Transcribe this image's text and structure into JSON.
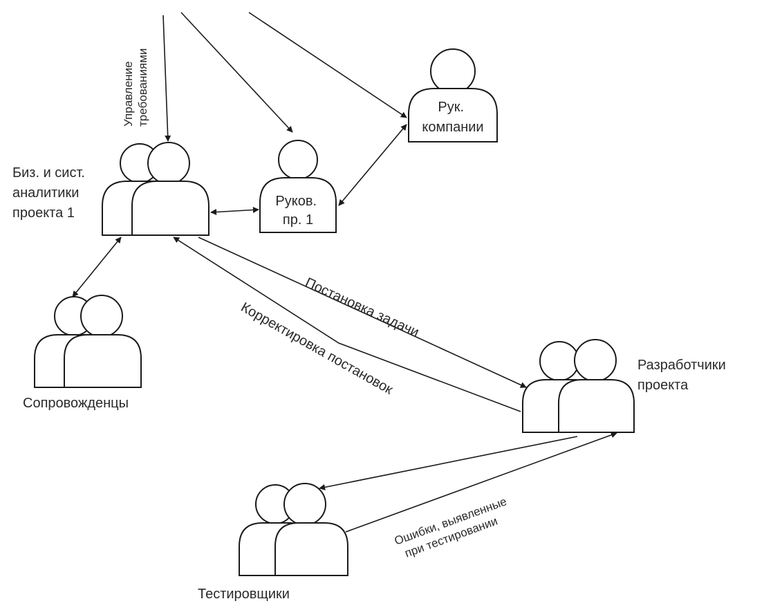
{
  "actors": {
    "ruk_kompanii": "Рук. компании",
    "ruk_kompanii_lines": [
      "Рук.",
      "компании"
    ],
    "rukov_pr1": "Руков. пр. 1",
    "rukov_pr1_lines": [
      "Руков.",
      "пр. 1"
    ],
    "analytics_lines": [
      "Биз. и сист.",
      "аналитики",
      "проекта 1"
    ],
    "soprovozhdentsy": "Сопровожденцы",
    "developers_lines": [
      "Разработчики",
      "проекта"
    ],
    "testers": "Тестировщики"
  },
  "edges": {
    "requirements_lines": [
      "Управление",
      "требованиями"
    ],
    "task_setting": "Постановка задачи",
    "correction": "Корректировка постановок",
    "bugs_lines": [
      "Ошибки, выявленные",
      "при тестировании"
    ]
  }
}
